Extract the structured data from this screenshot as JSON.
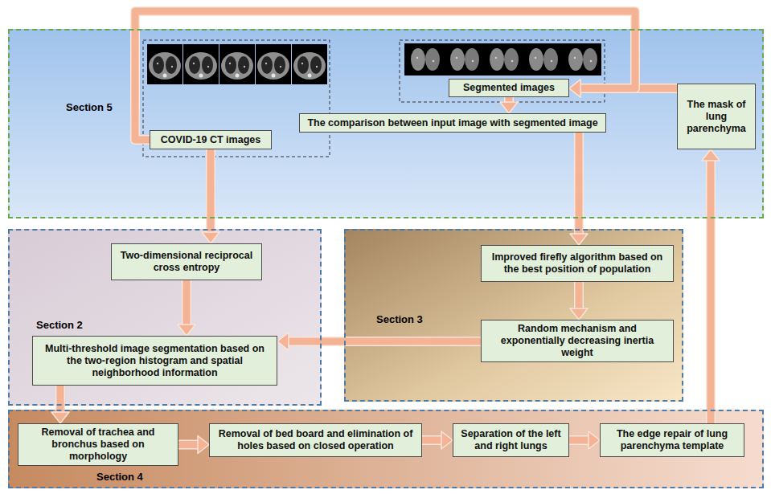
{
  "diagram": {
    "nodes": [
      {
        "text": [
          "Section 5"
        ]
      },
      {
        "text": [
          "COVID-19 CT images"
        ],
        "in": 0
      },
      {
        "text": [
          "Segmented images"
        ],
        "in": 0
      },
      {
        "text": [
          "The mask of lung parenchyma"
        ],
        "in": 0
      },
      {
        "text": [
          "The comparison between input image with segmented image"
        ],
        "in": 0
      },
      {
        "text": [
          "Section 2"
        ]
      },
      {
        "text": [
          "Two-dimensional reciprocal cross entropy"
        ],
        "in": 5
      },
      {
        "text": [
          "Multi-threshold image segmentation based on the two-region histogram and spatial neighborhood information"
        ],
        "in": 5
      },
      {
        "text": [
          "Section 3"
        ]
      },
      {
        "text": [
          "Improved firefly algorithm based on the best position of population"
        ],
        "in": 8
      },
      {
        "text": [
          "Random mechanism and exponentially decreasing inertia weight"
        ],
        "in": 8
      },
      {
        "text": [
          "Section 4"
        ]
      },
      {
        "text": [
          "Removal of trachea and bronchus based on morphology"
        ],
        "in": 11
      },
      {
        "text": [
          "Removal of bed board and elimination of holes based on closed operation"
        ],
        "in": 11
      },
      {
        "text": [
          "Separation of the left and right lungs"
        ],
        "in": 11
      },
      {
        "text": [
          "The edge repair of lung parenchyma template"
        ],
        "in": 11
      }
    ],
    "edges": [
      {
        "from": 1,
        "to": 6,
        "arrow": "to"
      },
      {
        "from": 6,
        "to": 7,
        "arrow": "to"
      },
      {
        "from": 7,
        "to": 12,
        "arrow": "to"
      },
      {
        "from": 12,
        "to": 13,
        "arrow": "to"
      },
      {
        "from": 13,
        "to": 14,
        "arrow": "to"
      },
      {
        "from": 14,
        "to": 15,
        "arrow": "to"
      },
      {
        "from": 15,
        "to": 3,
        "arrow": "to"
      },
      {
        "from": 3,
        "to": 2,
        "arrow": "to"
      },
      {
        "from": 1,
        "to": 2,
        "arrow": "to"
      },
      {
        "from": 2,
        "to": 4,
        "arrow": "to"
      },
      {
        "from": 4,
        "to": 9,
        "arrow": "to"
      },
      {
        "from": 9,
        "to": 10,
        "arrow": "to"
      },
      {
        "from": 10,
        "to": 7,
        "arrow": "to"
      }
    ]
  }
}
